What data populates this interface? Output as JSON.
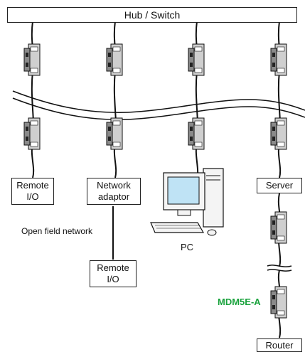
{
  "hub_label": "Hub / Switch",
  "devices": {
    "remote_io_1": [
      "Remote",
      "I/O"
    ],
    "network_adaptor": [
      "Network",
      "adaptor"
    ],
    "server": "Server",
    "remote_io_2": [
      "Remote",
      "I/O"
    ],
    "router": "Router",
    "pc": "PC"
  },
  "open_field_network_label": "Open field network",
  "product_label": "MDM5E-A",
  "colors": {
    "product_label": "#19a23c",
    "module_body": "#cfcfcf",
    "module_shadow": "#8a8a8a"
  }
}
